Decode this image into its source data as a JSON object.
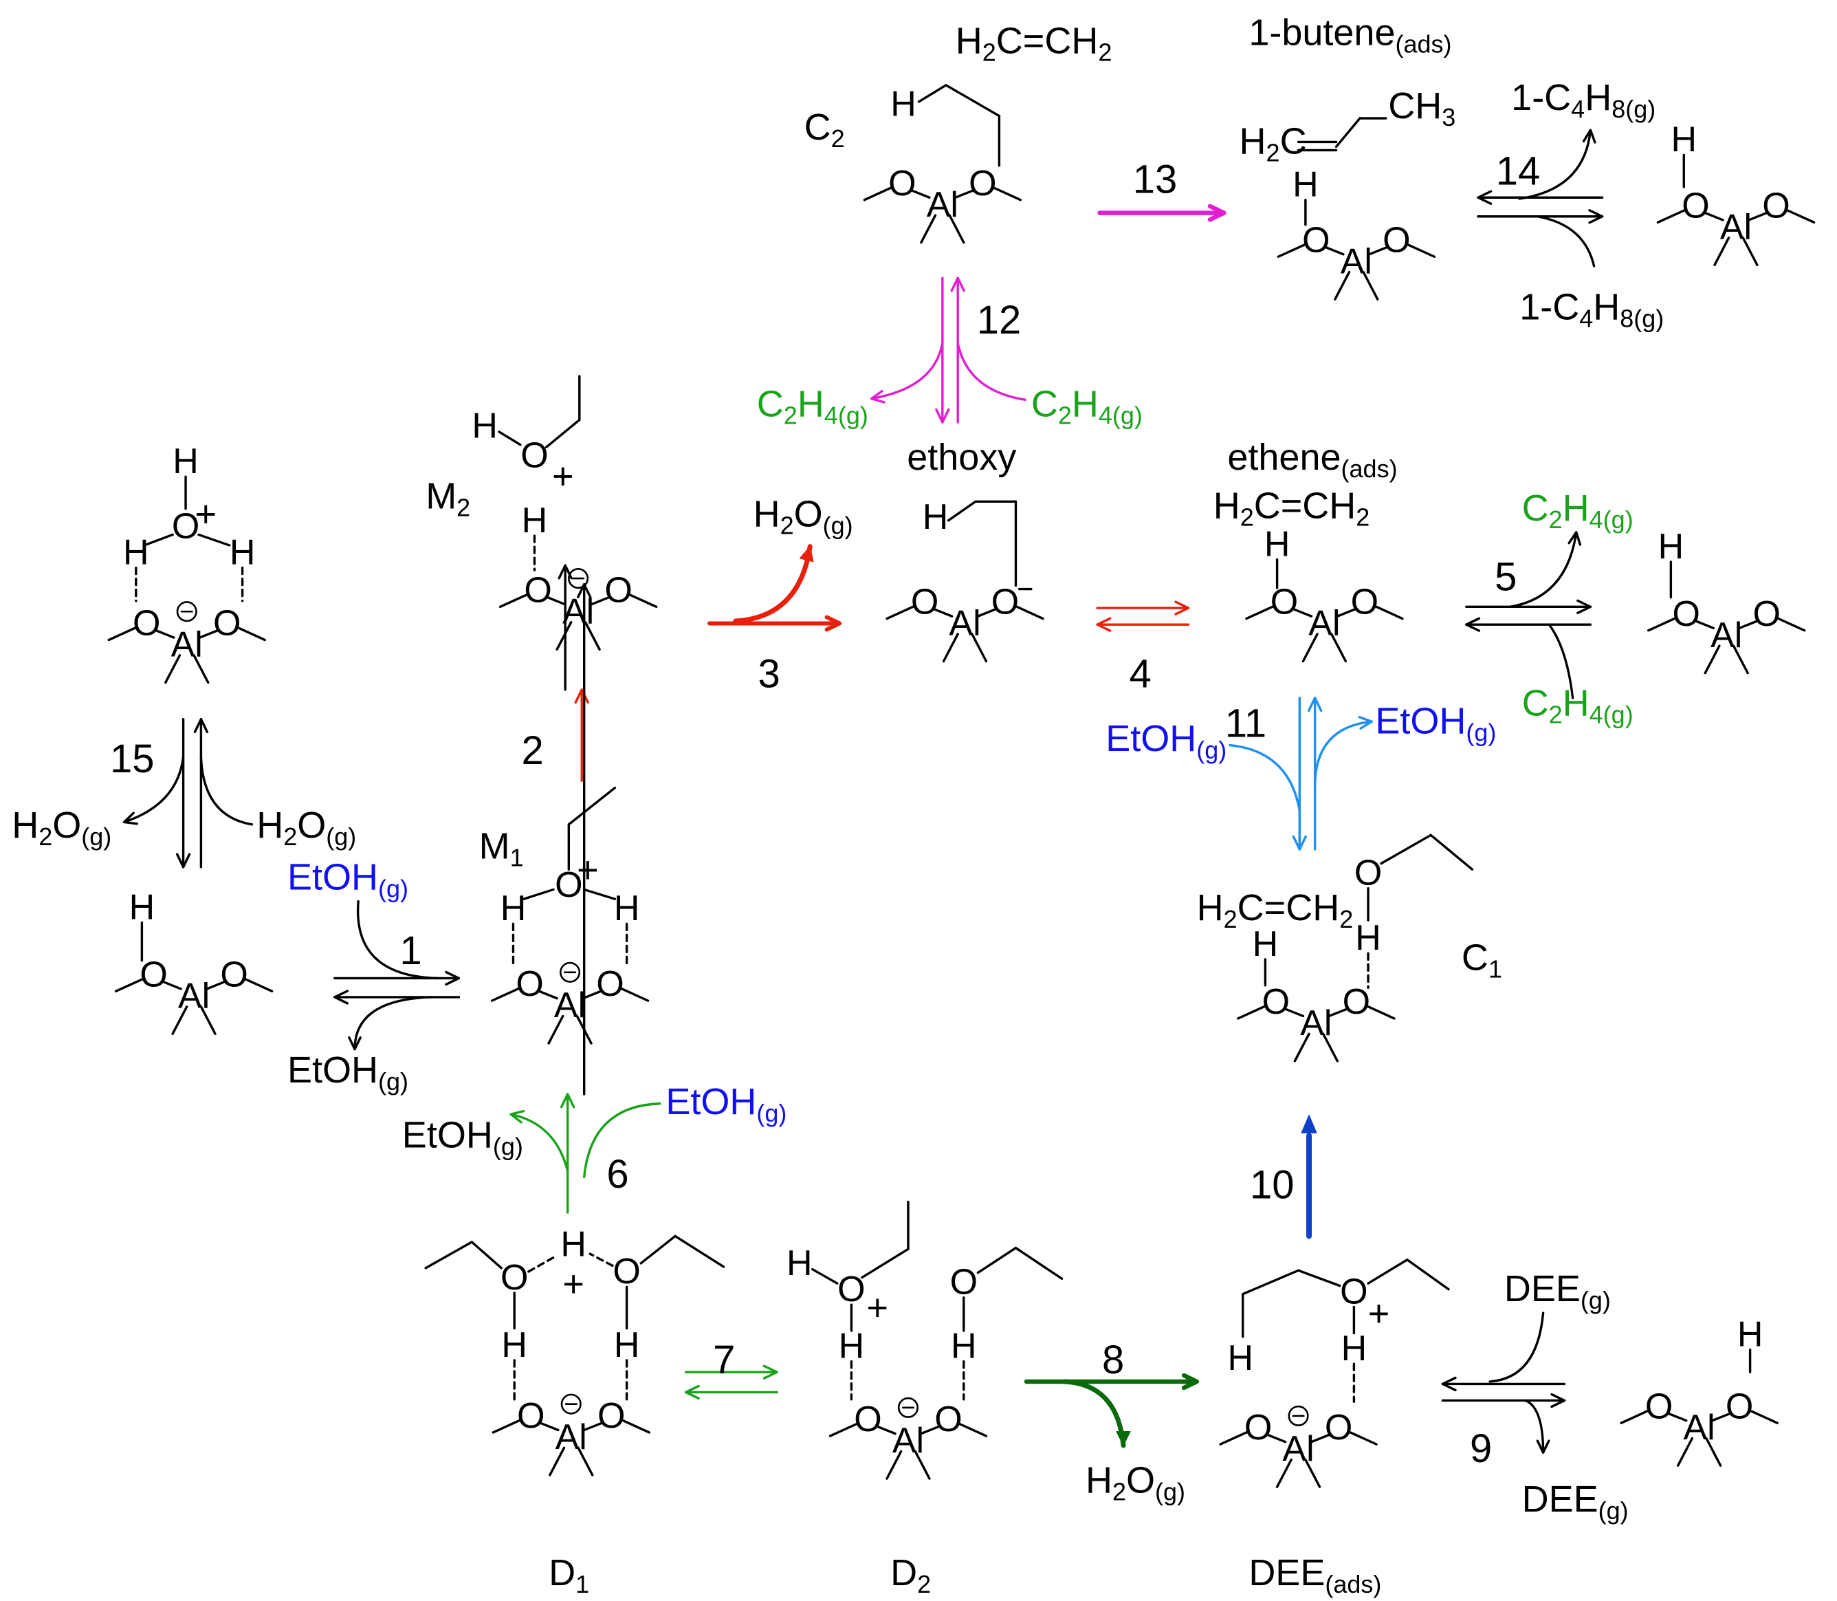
{
  "labels": {
    "M1": "M",
    "M1_sub": "1",
    "M2": "M",
    "M2_sub": "2",
    "C1": "C",
    "C1_sub": "1",
    "C2": "C",
    "C2_sub": "2",
    "D1": "D",
    "D1_sub": "1",
    "D2": "D",
    "D2_sub": "2",
    "ethoxy": "ethoxy",
    "ethene_ads": "ethene",
    "ethene_ads_sub": "(ads)",
    "butene_ads": "1-butene",
    "butene_ads_sub": "(ads)",
    "dee_ads": "DEE",
    "dee_ads_sub": "(ads)"
  },
  "steps": [
    "1",
    "2",
    "3",
    "4",
    "5",
    "6",
    "7",
    "8",
    "9",
    "10",
    "11",
    "12",
    "13",
    "14",
    "15"
  ],
  "species": {
    "etoh": "EtOH",
    "g": "(g)",
    "h2o_h": "H",
    "h2o_2": "2",
    "h2o_o": "O",
    "c2h4_c": "C",
    "c2h4_2": "2",
    "c2h4_h": "H",
    "c2h4_4g": "4(g)",
    "c4h8_pre": "1-C",
    "c4h8_4": "4",
    "c4h8_h": "H",
    "c4h8_8g": "8(g)",
    "dee": "DEE",
    "h2c_h": "H",
    "h2c_2": "2",
    "h2c_c": "C",
    "h2c_eq_ch2": "=CH",
    "ch3": "CH",
    "ch3_3": "3"
  },
  "atoms": {
    "O": "O",
    "H": "H",
    "Al": "Al",
    "plus": "+",
    "minus": "−"
  },
  "colors": {
    "black": "#000000",
    "red": "#e8200c",
    "magenta": "#e020d0",
    "green": "#1aa31a",
    "dark_green": "#0c6a0c",
    "blue_text": "#1010f0",
    "light_blue": "#2090f0",
    "royal_blue": "#1040c8"
  }
}
